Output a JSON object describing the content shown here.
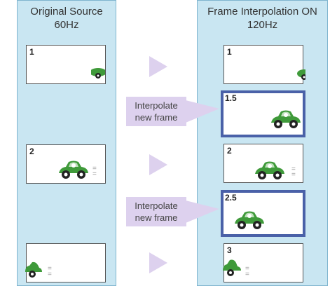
{
  "left_column": {
    "title_line1": "Original Source",
    "title_line2": "60Hz",
    "frames": [
      {
        "label": "1"
      },
      {
        "label": "2",
        "motion_marks": "=\n="
      },
      {
        "label": "",
        "motion_marks": "=\n="
      }
    ]
  },
  "right_column": {
    "title_line1": "Frame Interpolation ON",
    "title_line2": "120Hz",
    "frames": [
      {
        "label": "1"
      },
      {
        "label": "1.5"
      },
      {
        "label": "2",
        "motion_marks": "=\n="
      },
      {
        "label": "2.5"
      },
      {
        "label": "3",
        "motion_marks": "=\n="
      }
    ]
  },
  "callouts": [
    {
      "line1": "Interpolate",
      "line2": "new frame"
    },
    {
      "line1": "Interpolate",
      "line2": "new frame"
    }
  ],
  "colors": {
    "column_bg": "#c9e6f2",
    "interpolated_border": "#4a61a8",
    "callout_bg": "#ddd1ee",
    "car_green": "#3f9a3a"
  }
}
